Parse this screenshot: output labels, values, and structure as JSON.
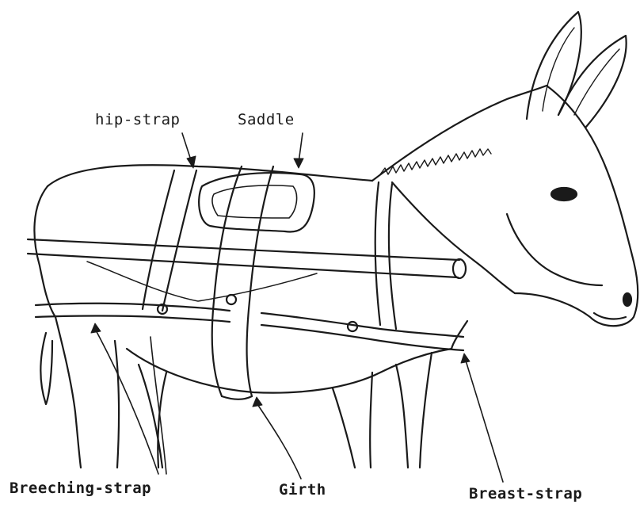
{
  "labels": {
    "hip_strap": "hip-strap",
    "saddle": "Saddle",
    "breeching_strap": "Breeching-strap",
    "girth": "Girth",
    "breast_strap": "Breast-strap"
  },
  "colors": {
    "ink": "#1a1a1a",
    "paper": "#ffffff"
  }
}
